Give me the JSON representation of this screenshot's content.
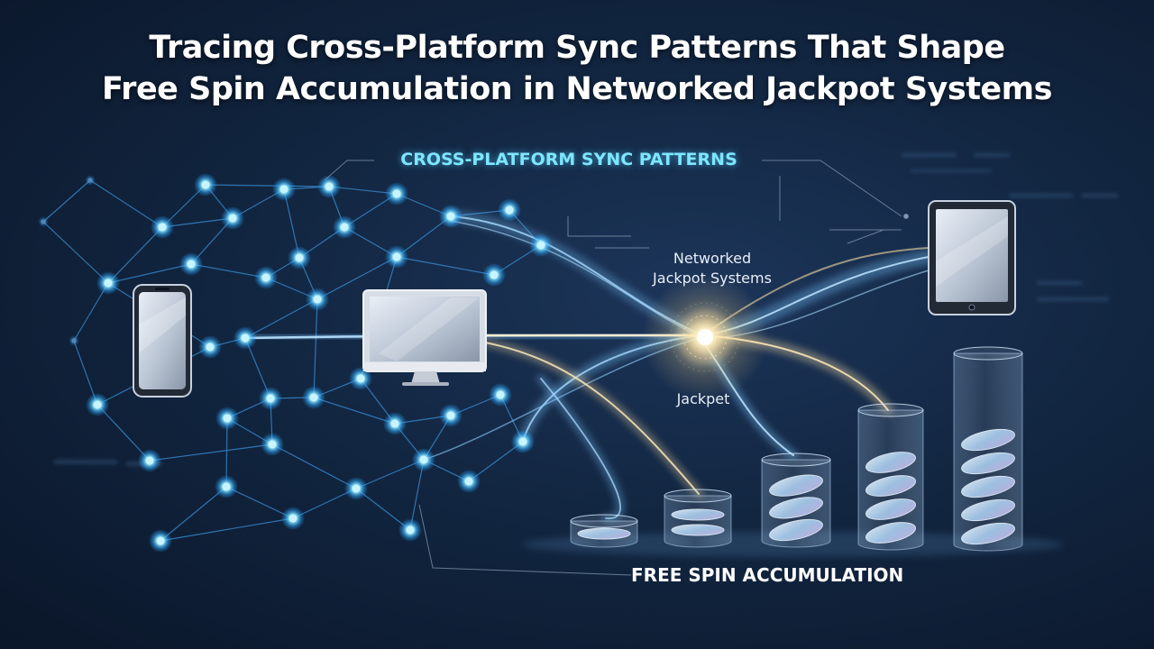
{
  "title": {
    "line1": "Tracing Cross-Platform Sync Patterns That Shape",
    "line2": "Free Spin Accumulation in Networked Jackpot Systems"
  },
  "labels": {
    "sync": "CROSS-PLATFORM SYNC PATTERNS",
    "network": [
      "Networked",
      "Jackpot Systems"
    ],
    "jackpot": "Jackpet",
    "accumulation": "FREE SPIN ACCUMULATION"
  },
  "devices": [
    "smartphone-icon",
    "desktop-monitor-icon",
    "tablet-icon"
  ],
  "coin_stacks": [
    1,
    2,
    3,
    4,
    5
  ],
  "colors": {
    "background": "#122641",
    "node": "#5fd8ff",
    "network_line": "#3a8fd6",
    "stream_blue": "#7cc8ff",
    "stream_gold": "#f3d9a0",
    "hub": "#fff4d6",
    "title": "#ffffff",
    "accent_label": "#7fe6ff"
  }
}
